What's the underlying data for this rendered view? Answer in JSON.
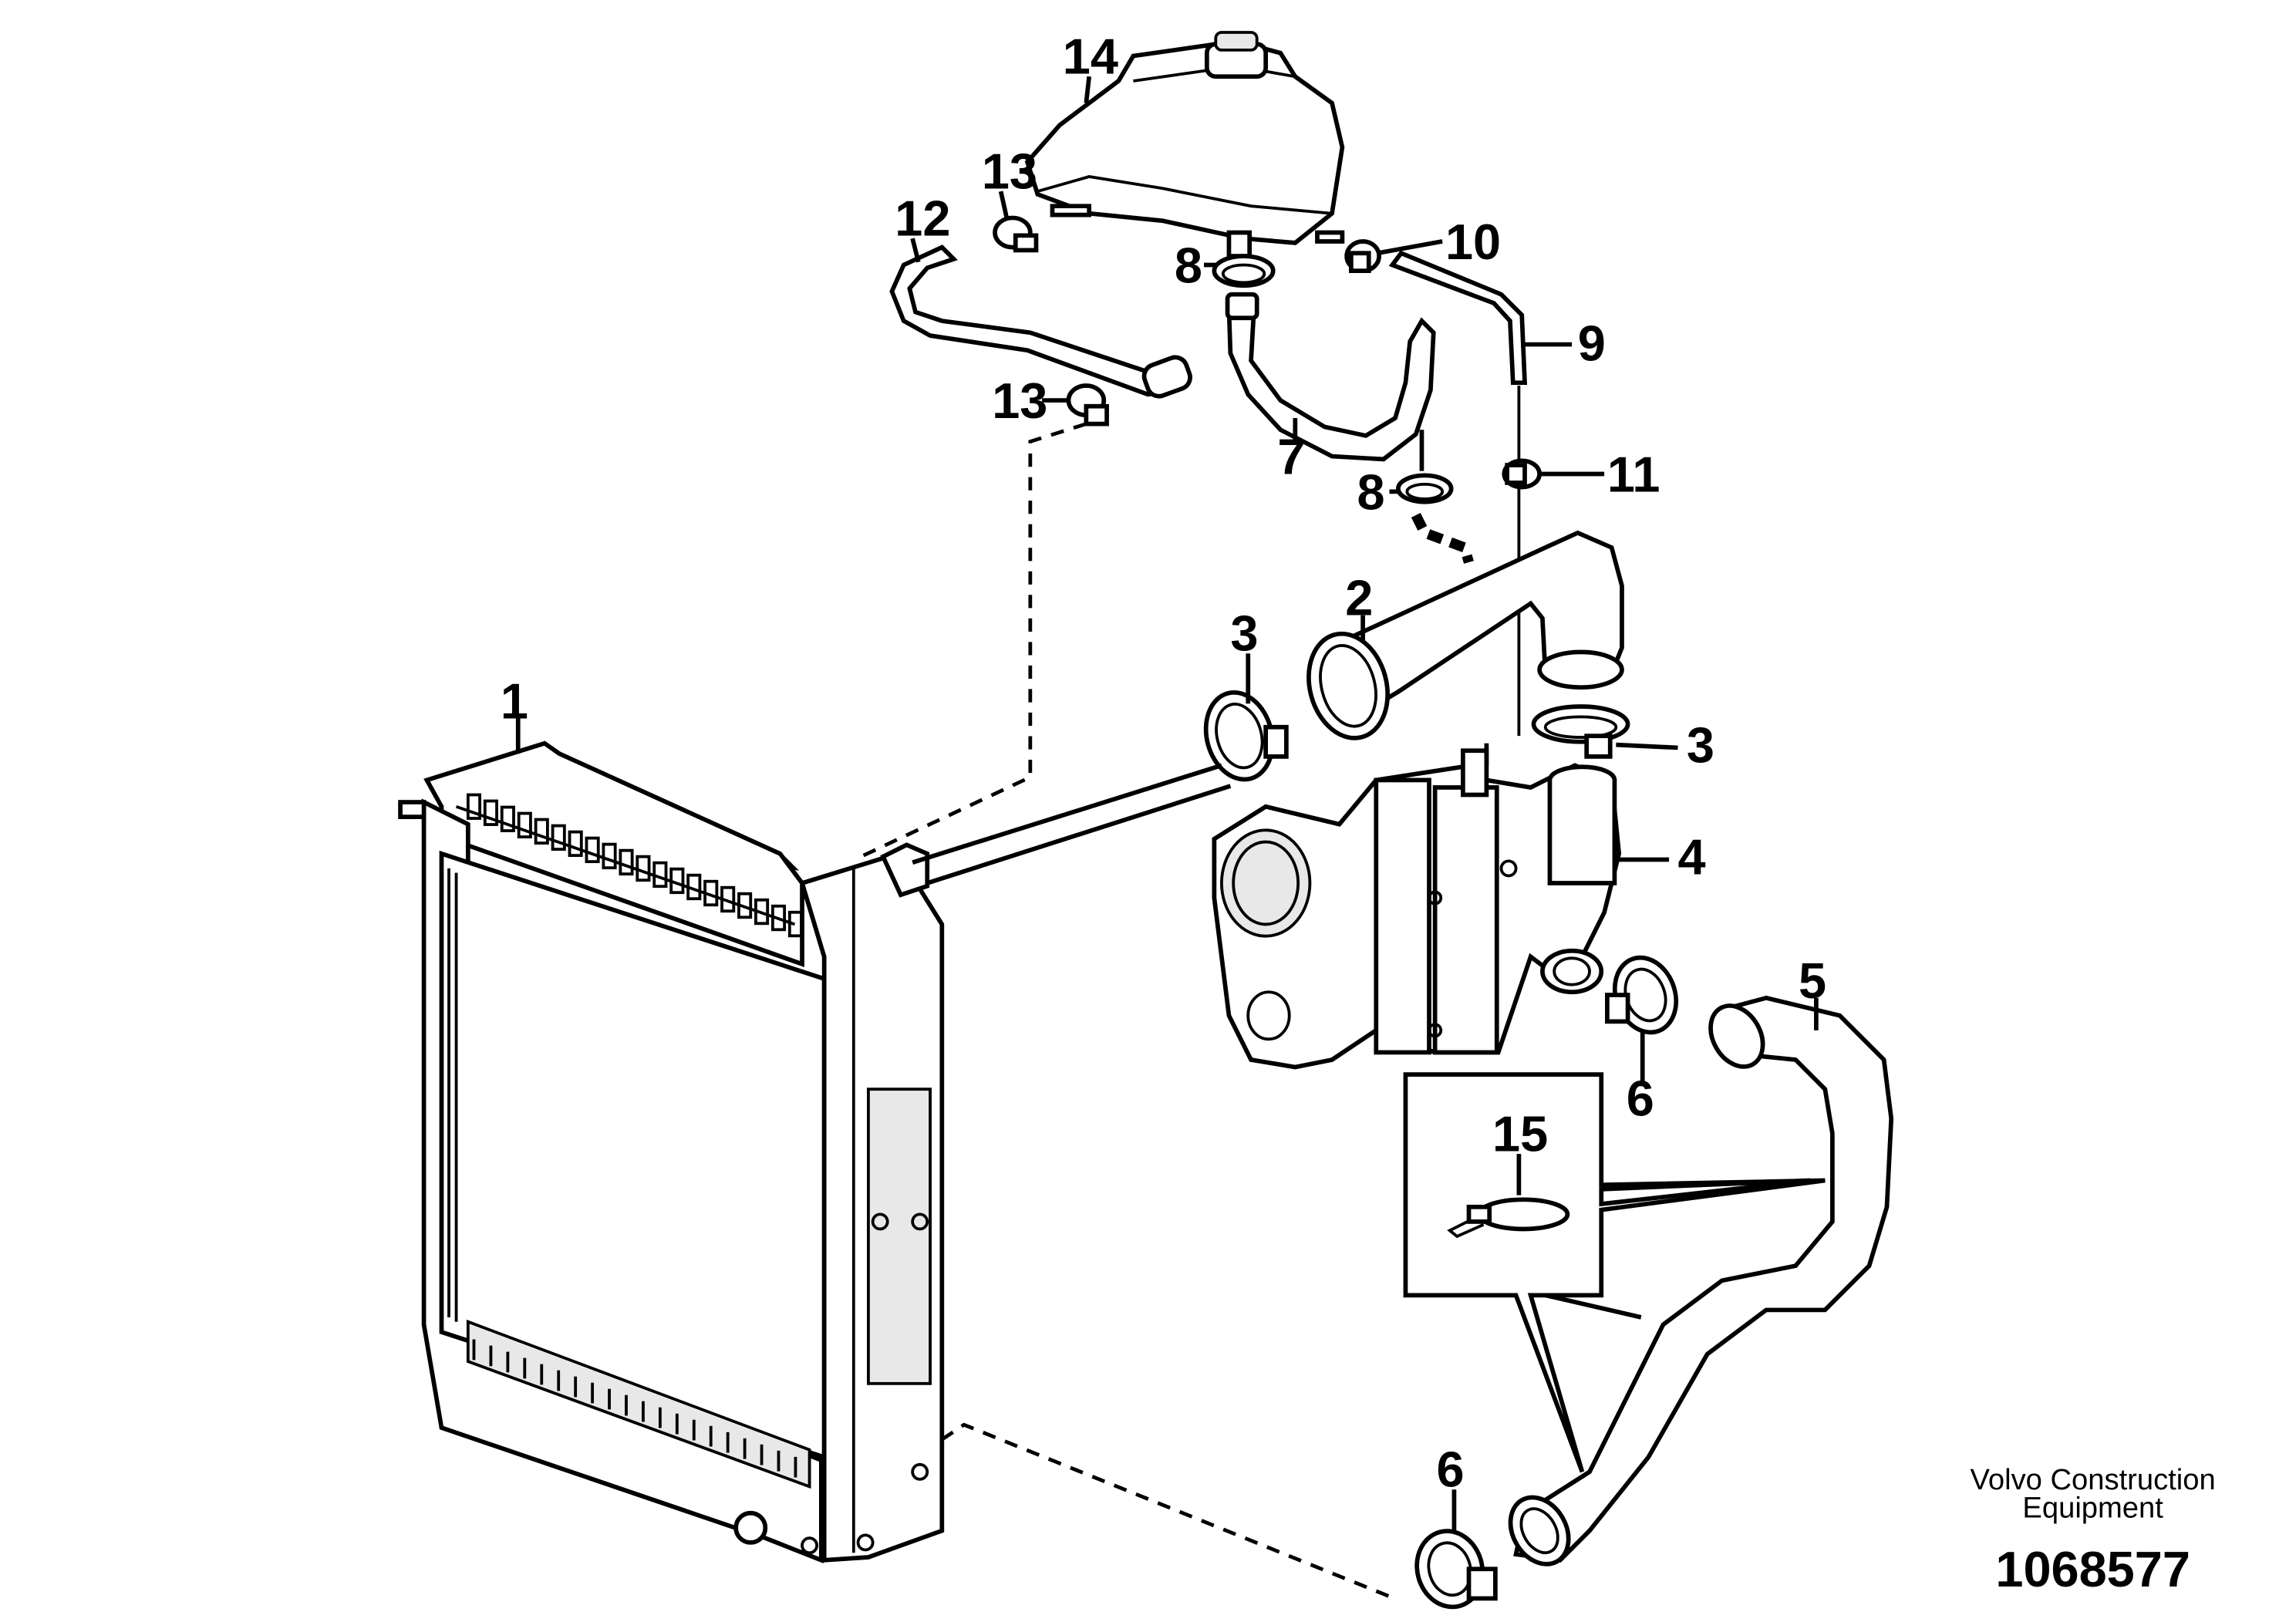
{
  "callouts": {
    "c1": "1",
    "c2": "2",
    "c3a": "3",
    "c3b": "3",
    "c4": "4",
    "c5": "5",
    "c6a": "6",
    "c6b": "6",
    "c7": "7",
    "c8a": "8",
    "c8b": "8",
    "c9": "9",
    "c10": "10",
    "c11": "11",
    "c12": "12",
    "c13a": "13",
    "c13b": "13",
    "c14": "14",
    "c15": "15"
  },
  "footer": {
    "brand_line1": "Volvo Construction",
    "brand_line2": "Equipment",
    "doc_number": "1068577"
  }
}
